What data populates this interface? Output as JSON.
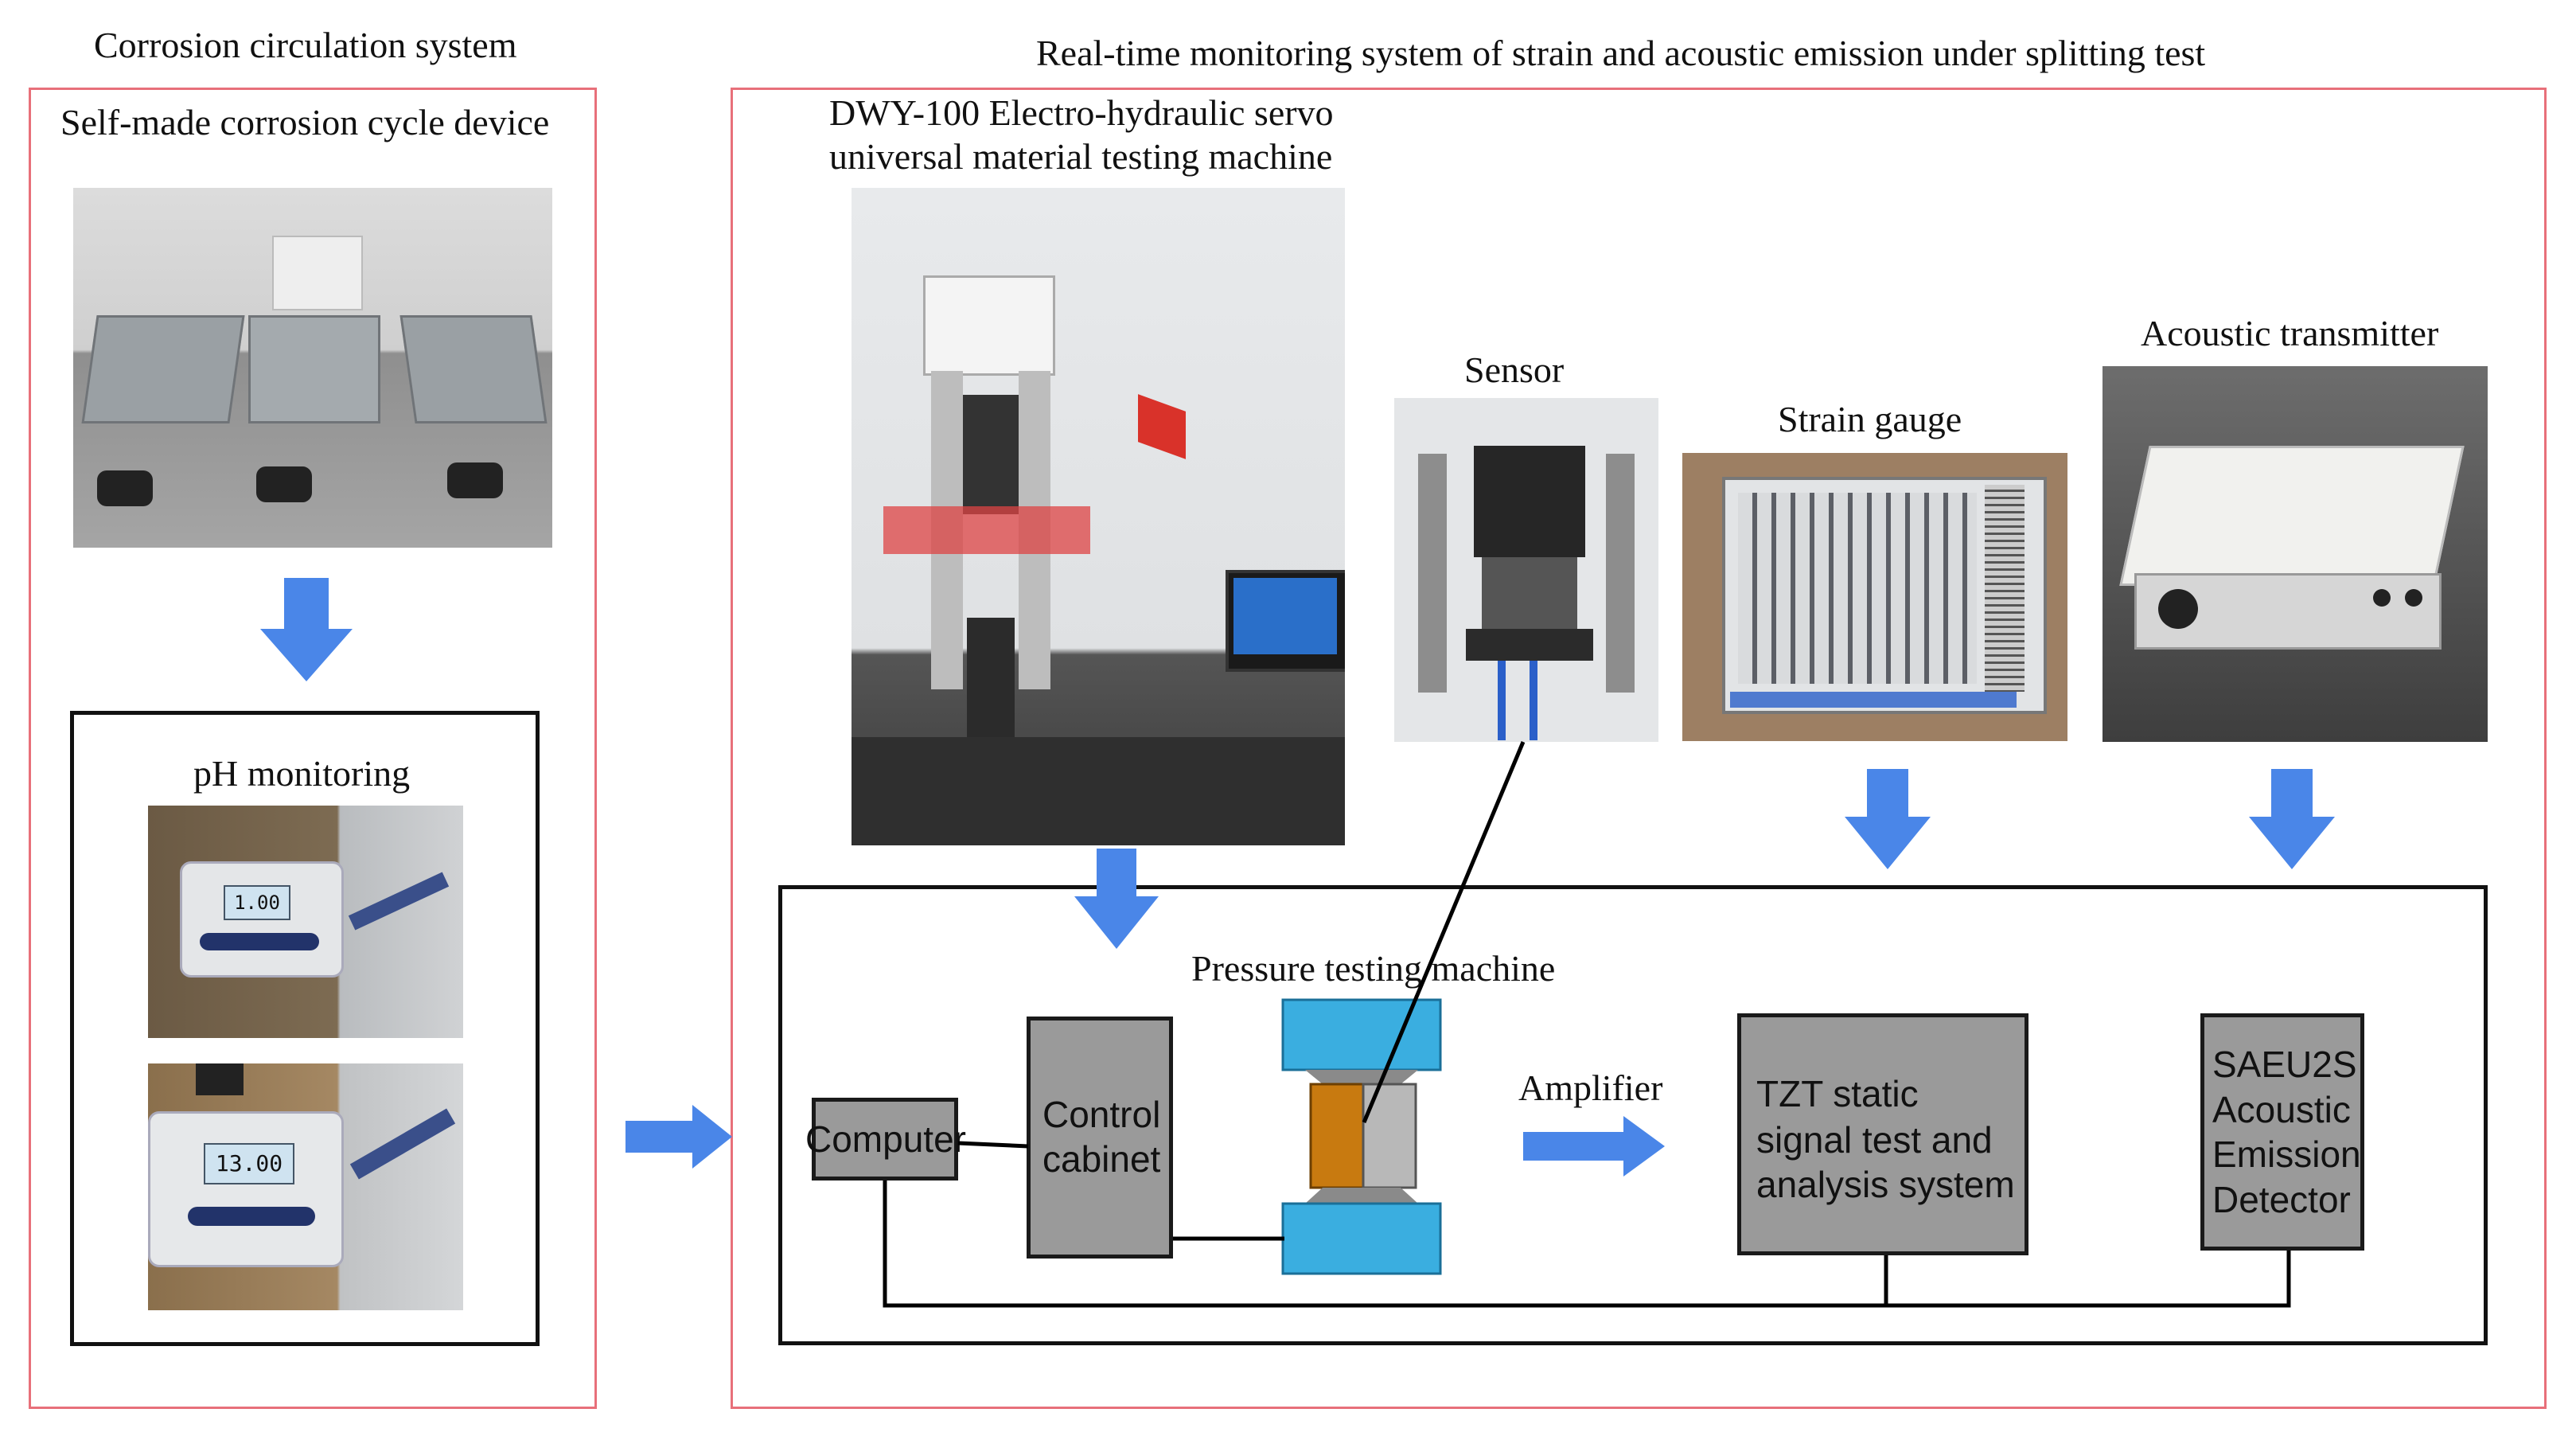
{
  "left_panel": {
    "title": "Corrosion circulation system",
    "device_label": "Self-made corrosion cycle device",
    "ph_label": "pH monitoring",
    "ph_reading_1": "1.00",
    "ph_reading_2": "13.00"
  },
  "right_panel": {
    "title": "Real-time monitoring system of strain and acoustic emission under splitting test",
    "machine_label_line1": "DWY-100 Electro-hydraulic servo",
    "machine_label_line2": "universal material testing machine",
    "sensor_label": "Sensor",
    "strain_label": "Strain gauge",
    "acoustic_label": "Acoustic transmitter",
    "pressure_label": "Pressure testing machine",
    "amplifier_label": "Amplifier",
    "computer_label": "Computer",
    "cabinet_line1": "Control",
    "cabinet_line2": "cabinet",
    "tzt_line1": "TZT static",
    "tzt_line2": "signal test and",
    "tzt_line3": "analysis system",
    "saeu_line1": "SAEU2S",
    "saeu_line2": "Acoustic",
    "saeu_line3": "Emission",
    "saeu_line4": "Detector"
  },
  "colors": {
    "frame_red": "#e8707a",
    "arrow_blue": "#4a86e8",
    "box_gray": "#9a9a9a",
    "platen_blue": "#3aaee0",
    "specimen_orange": "#c87a10",
    "specimen_gray": "#b8b8b8"
  },
  "icons": [
    "down-arrow-icon",
    "right-arrow-icon"
  ]
}
